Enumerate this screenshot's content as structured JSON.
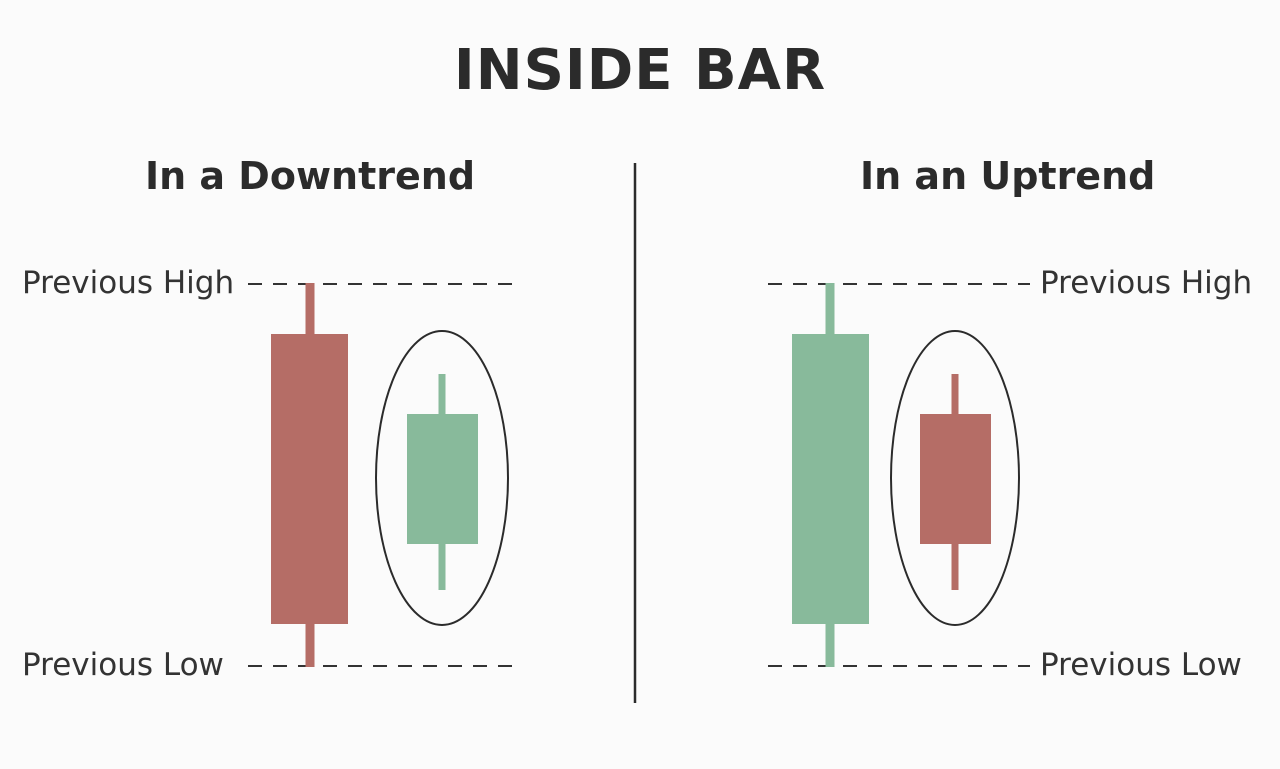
{
  "title": "INSIDE BAR",
  "panels": {
    "left": {
      "heading": "In a Downtrend",
      "previous_high_label": "Previous High",
      "previous_low_label": "Previous Low"
    },
    "right": {
      "heading": "In an Uptrend",
      "previous_high_label": "Previous High",
      "previous_low_label": "Previous Low"
    }
  },
  "colors": {
    "bearish": "#b56d66",
    "bullish": "#88ba9b",
    "line": "#2b2b2b",
    "background": "#fbfbfb"
  },
  "icons": {
    "highlight": "ellipse-highlight"
  }
}
